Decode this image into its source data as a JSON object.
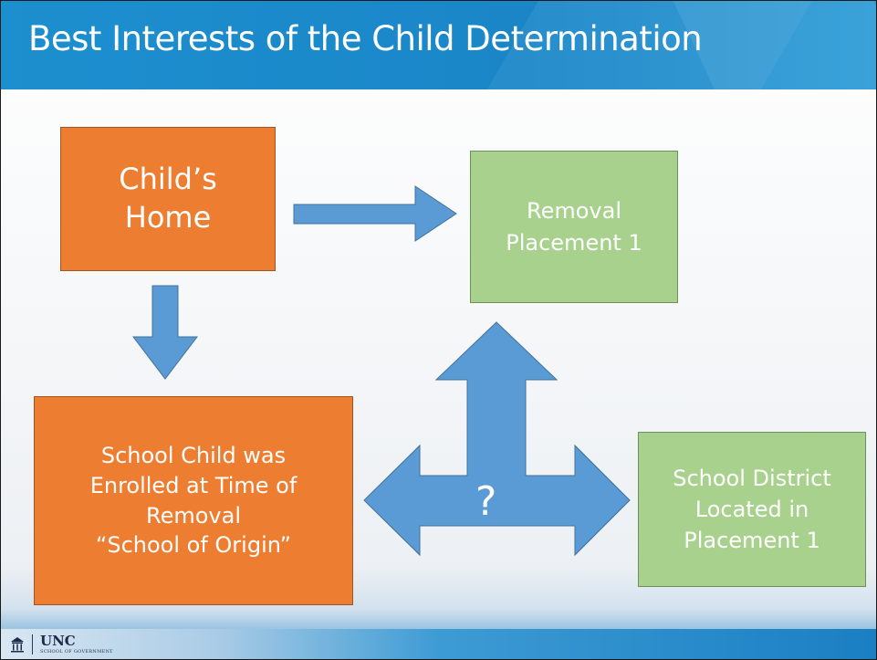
{
  "slide": {
    "title": "Best Interests of the Child Determination"
  },
  "diagram": {
    "childs_home": "Child’s\nHome",
    "school_of_origin": "School Child was\nEnrolled at Time of\nRemoval\n“School of Origin”",
    "removal_placement": "Removal\nPlacement 1",
    "school_district": "School District\nLocated in\nPlacement 1",
    "question_mark": "?"
  },
  "footer": {
    "logo_name": "UNC",
    "logo_subtitle": "SCHOOL OF GOVERNMENT"
  },
  "colors": {
    "header": "#1c8fcf",
    "orange_box": "#ed7d31",
    "green_box": "#a9d18e",
    "arrow": "#5b9bd5"
  }
}
